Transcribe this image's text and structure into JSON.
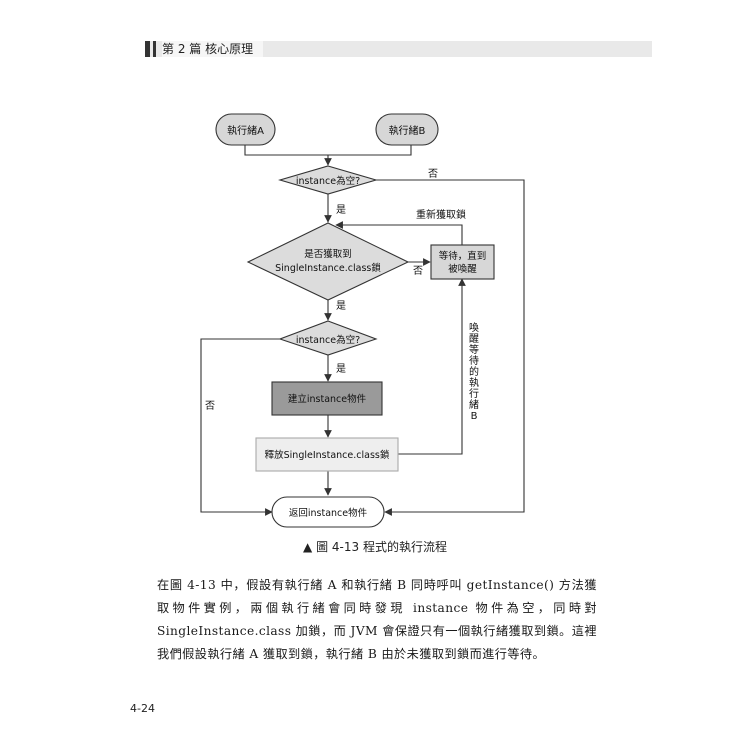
{
  "header": {
    "chapter": "第 2 篇 核心原理"
  },
  "flowchart": {
    "thread_a": "執行緒A",
    "thread_b": "執行緒B",
    "decision_null_1": "instance為空?",
    "decision_lock_line1": "是否獲取到",
    "decision_lock_line2": "SingleInstance.class鎖",
    "wait_line1": "等待，直到",
    "wait_line2": "被喚醒",
    "decision_null_2": "instance為空?",
    "create": "建立instance物件",
    "release": "釋放SingleInstance.class鎖",
    "return": "返回instance物件",
    "label_yes_1": "是",
    "label_no_1": "否",
    "label_reacquire": "重新獲取鎖",
    "label_no_lock": "否",
    "label_yes_2": "是",
    "label_yes_3": "是",
    "label_no_2": "否",
    "label_wake_vertical": [
      "喚",
      "醒",
      "等",
      "待",
      "的",
      "執",
      "行",
      "緒",
      "B"
    ]
  },
  "caption": "▲ 圖 4-13 程式的執行流程",
  "paragraph": "在圖 4-13 中，假設有執行緒 A 和執行緒 B 同時呼叫 getInstance() 方法獲取物件實例，兩個執行緒會同時發現 instance 物件為空，同時對 SingleInstance.class 加鎖，而 JVM 會保證只有一個執行緒獲取到鎖。這裡我們假設執行緒 A 獲取到鎖，執行緒 B 由於未獲取到鎖而進行等待。",
  "page_number": "4-24",
  "colors": {
    "terminal_fill": "#d7d7d7",
    "decision_fill": "#dcdcdc",
    "process_dark": "#9a9a9a",
    "process_light": "#eeeeee",
    "line": "#333333"
  }
}
